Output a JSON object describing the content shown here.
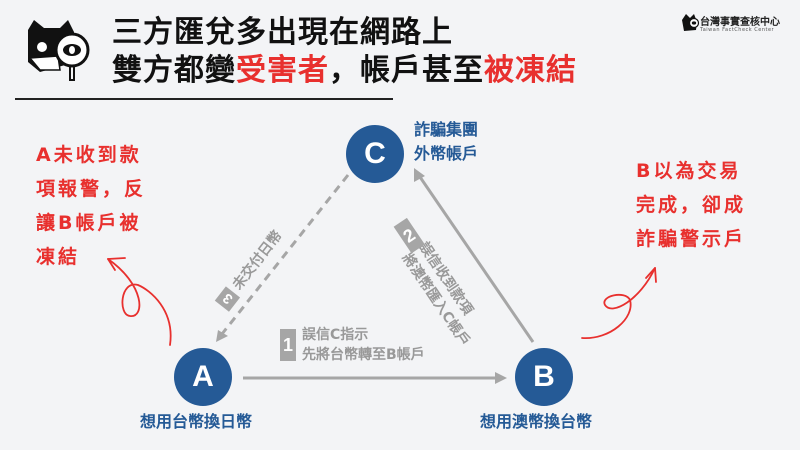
{
  "header": {
    "title_line1": "三方匯兌多出現在網路上",
    "title_line2_a": "雙方都變",
    "title_line2_red1": "受害者",
    "title_line2_b": "，帳戶甚至",
    "title_line2_red2": "被凍結",
    "logo_icon": "cat-magnifier-icon",
    "brand_name": "台灣事實查核中心",
    "brand_sub": "Taiwan FactCheck Center"
  },
  "nodes": {
    "a": {
      "letter": "A",
      "label": "想用台幣換日幣"
    },
    "b": {
      "letter": "B",
      "label": "想用澳幣換台幣"
    },
    "c": {
      "letter": "C",
      "label_line1": "詐騙集團",
      "label_line2": "外幣帳戶"
    }
  },
  "steps": {
    "s1": {
      "num": "1",
      "line1": "誤信C指示",
      "line2": "先將台幣轉至B帳戶"
    },
    "s2": {
      "num": "2",
      "line1": "誤信收到款項",
      "line2": "將澳幣匯入C帳戶"
    },
    "s3": {
      "num": "3",
      "line1": "未交付日幣"
    }
  },
  "notes": {
    "left": [
      "A未收到款",
      "項報警，反",
      "讓B帳戶被",
      "凍結"
    ],
    "right": [
      "B以為交易",
      "完成，卻成",
      "詐騙警示戶"
    ]
  },
  "colors": {
    "node_blue": "#255a96",
    "accent_red": "#e8302e",
    "arrow_gray": "#a6a6a6",
    "background": "#f3f4f6"
  }
}
